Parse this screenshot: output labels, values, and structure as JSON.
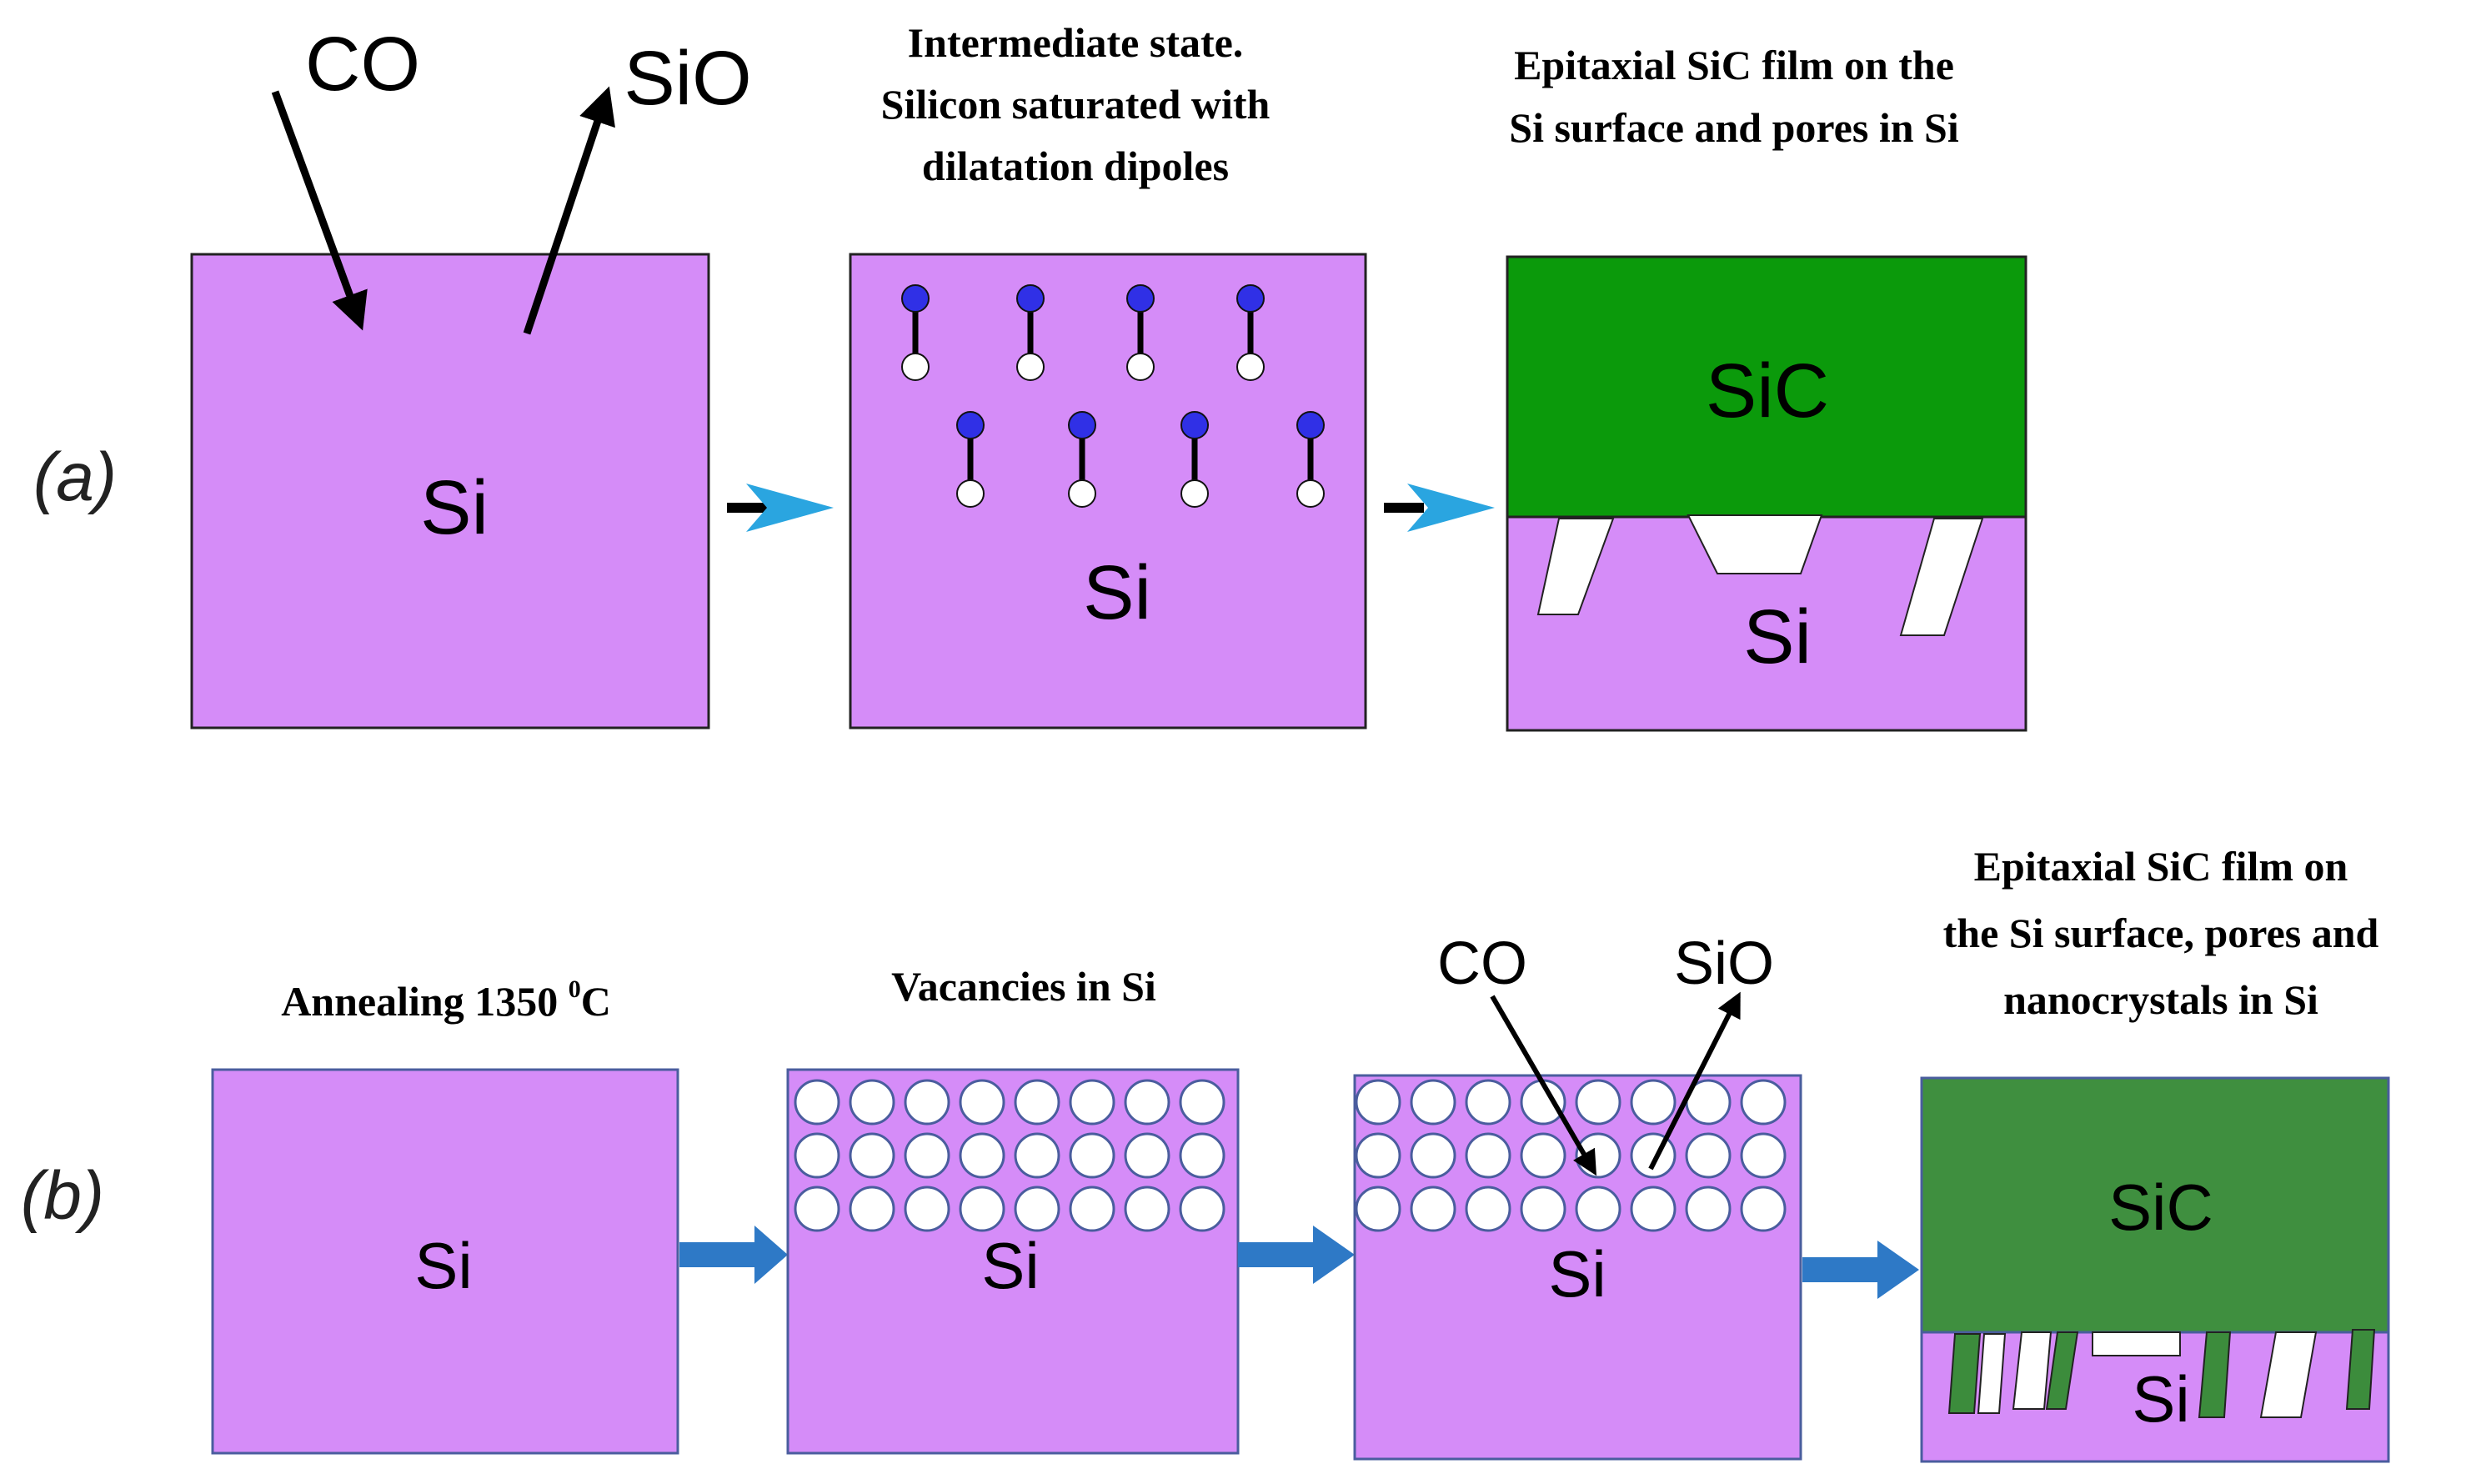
{
  "colors": {
    "si": "#d58cf8",
    "sic": "#0b9a0b",
    "sic_dark_insert": "#3c8c3c",
    "dipole_dot": "#3030e6",
    "arrow_blue": "#2aa5e0",
    "arrow_block": "#2e79c6",
    "border_b": "#4a5d9e"
  },
  "panel_a": {
    "label": "(a)",
    "step1": {
      "si": "Si",
      "co": "CO",
      "sio": "SiO"
    },
    "step2": {
      "caption": [
        "Intermediate state.",
        "Silicon saturated with",
        "dilatation dipoles"
      ],
      "si": "Si"
    },
    "step3": {
      "caption": [
        "Epitaxial SiC film on the",
        "Si surface and pores in Si"
      ],
      "sic": "SiC",
      "si": "Si"
    }
  },
  "panel_b": {
    "label": "(b)",
    "step1": {
      "caption": "Annealing 1350",
      "caption_sup": "0",
      "caption_unit": "C",
      "si": "Si"
    },
    "step2": {
      "caption": "Vacancies in Si",
      "si": "Si"
    },
    "step3": {
      "co": "CO",
      "sio": "SiO",
      "si": "Si"
    },
    "step4": {
      "caption": [
        "Epitaxial SiC film on",
        "the Si surface, pores and",
        "nanocrystals in Si"
      ],
      "sic": "SiC",
      "si": "Si"
    }
  }
}
